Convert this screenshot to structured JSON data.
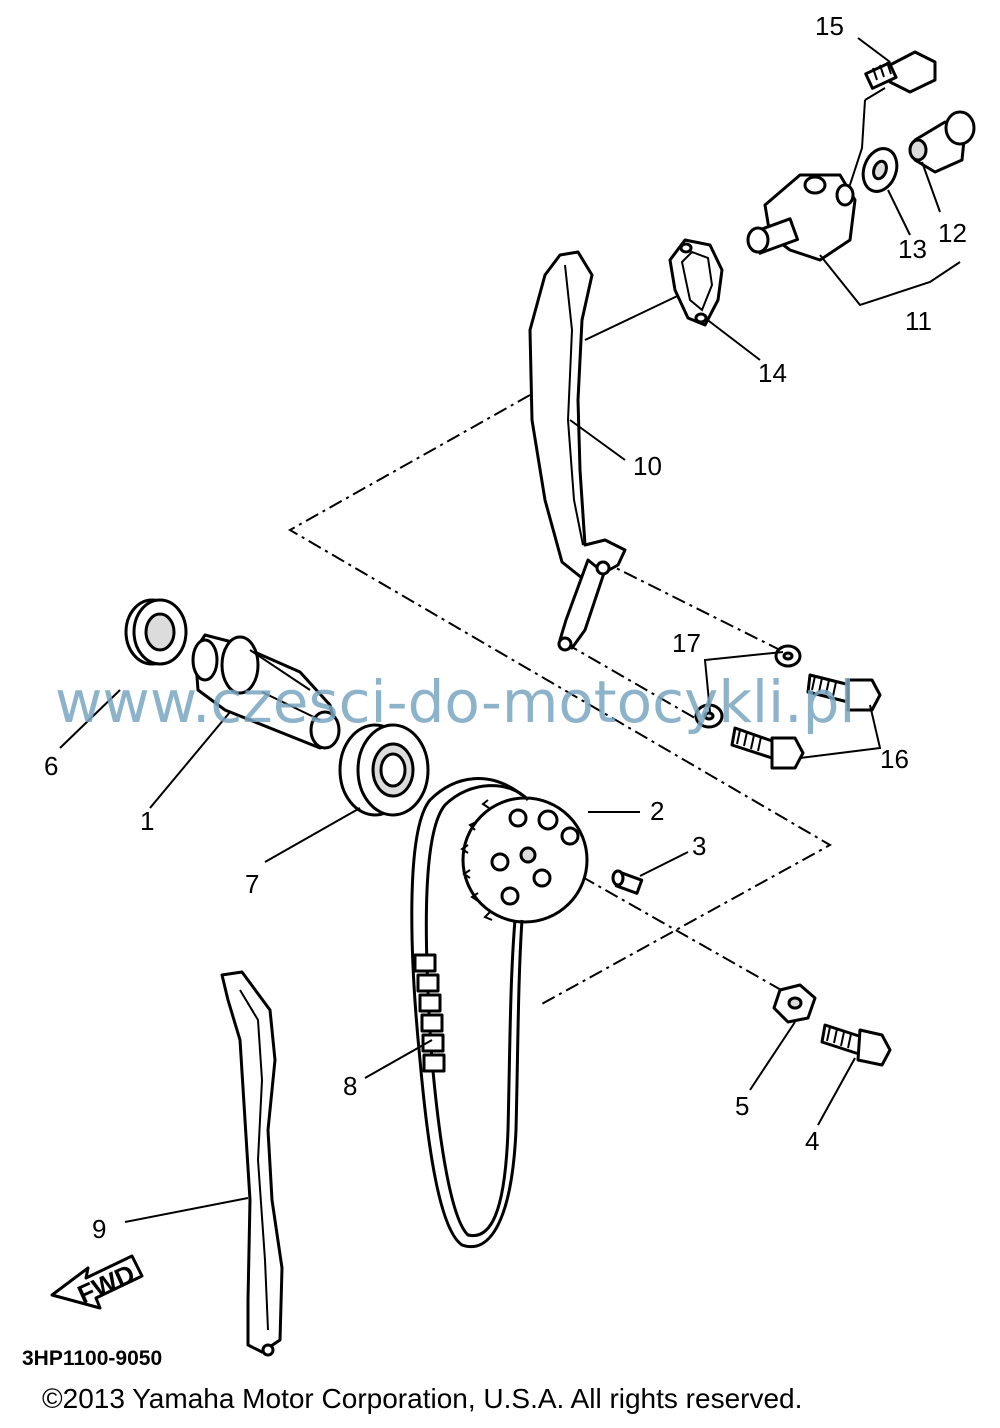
{
  "callouts": {
    "p1": "1",
    "p2": "2",
    "p3": "3",
    "p4": "4",
    "p5": "5",
    "p6": "6",
    "p7": "7",
    "p8": "8",
    "p9": "9",
    "p10": "10",
    "p11": "11",
    "p12": "12",
    "p13": "13",
    "p14": "14",
    "p15": "15",
    "p16": "16",
    "p17": "17"
  },
  "fwd_label": "FWD",
  "diagram_code": "3HP1100-9050",
  "watermark": "www.czesci-do-motocykli.pl",
  "copyright": "©2013 Yamaha Motor Corporation, U.S.A. All rights reserved.",
  "colors": {
    "line": "#000000",
    "watermark": "#7aa6c2",
    "background": "#ffffff"
  }
}
